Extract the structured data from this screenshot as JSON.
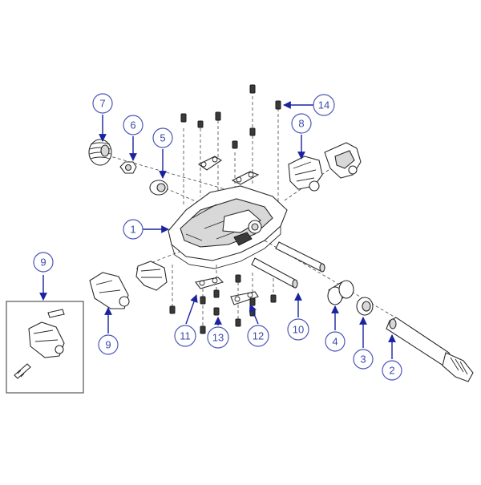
{
  "diagram": {
    "callouts": [
      {
        "id": "1",
        "label": "1"
      },
      {
        "id": "2",
        "label": "2"
      },
      {
        "id": "3",
        "label": "3"
      },
      {
        "id": "4",
        "label": "4"
      },
      {
        "id": "5",
        "label": "5"
      },
      {
        "id": "6",
        "label": "6"
      },
      {
        "id": "7",
        "label": "7"
      },
      {
        "id": "8",
        "label": "8"
      },
      {
        "id": "9a",
        "label": "9"
      },
      {
        "id": "9b",
        "label": "9"
      },
      {
        "id": "10",
        "label": "10"
      },
      {
        "id": "11",
        "label": "11"
      },
      {
        "id": "12",
        "label": "12"
      },
      {
        "id": "13",
        "label": "13"
      },
      {
        "id": "14",
        "label": "14"
      }
    ],
    "colors": {
      "callout_ring": "#4a58b8",
      "callout_text": "#3b4aa8",
      "leader_arrow": "#1a22a0",
      "line_art": "#2a2a2a"
    }
  }
}
